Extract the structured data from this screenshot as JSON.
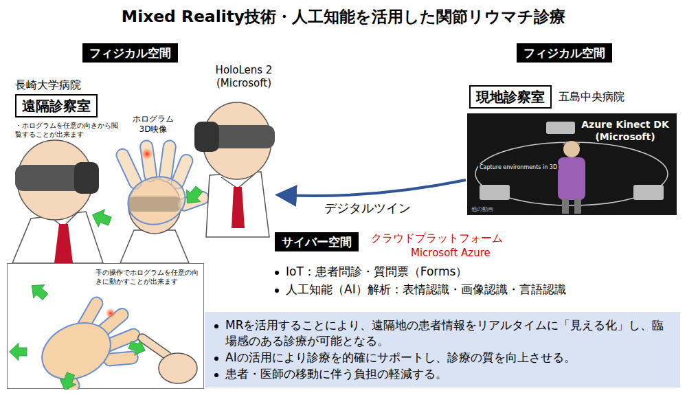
{
  "diagram": {
    "title": "Mixed Reality技術・人工知能を活用した関節リウマチ診療",
    "nodes": [
      {
        "text": [
          "フィジカル空間"
        ]
      },
      {
        "text": [
          "フィジカル空間"
        ]
      },
      {
        "text": [
          "長崎大学病院",
          "遠隔診察室"
        ]
      },
      {
        "text": [
          "現地診察室",
          "五島中央病院"
        ]
      },
      {
        "text": [
          "Azure Kinect DK (Microsoft)",
          "Capture environments in 3D",
          "他の動画"
        ]
      },
      {
        "text": [
          "サイバー空間"
        ]
      },
      {
        "text": [
          "手の操作でホログラムを任意の向きに動かすことが出来ます"
        ]
      },
      {
        "text": [
          "MRを活用することにより、遠隔地の患者情報をリアルタイムに「見える化」し、臨場感のある診療が可能となる。",
          "AIの活用により診療を的確にサポートし、診療の質を向上させる。",
          "患者・医師の移動に伴う負担の軽減する。"
        ]
      }
    ],
    "labels": [
      "HoloLens 2 (Microsoft)",
      "ホログラム 3D映像",
      "・ホログラムを任意の向きから閲覧することが出来ます",
      "デジタルツイン",
      "クラウドプラットフォーム",
      "Microsoft Azure",
      "IoT：患者問診・質問票（Forms）",
      "人工知能（AI）解析：表情認識・画像認識・言語認識"
    ]
  }
}
